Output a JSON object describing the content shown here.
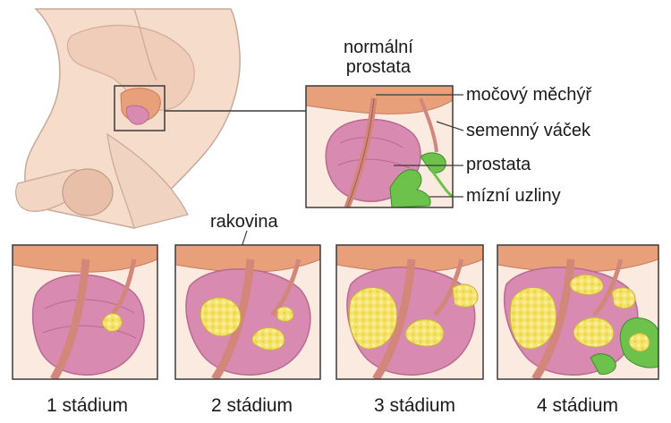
{
  "labels": {
    "normal_line1": "normální",
    "normal_line2": "prostata",
    "bladder": "močový měchýř",
    "seminal_vesicle": "semenný váček",
    "prostate": "prostata",
    "lymph_nodes": "mízní uzliny",
    "cancer": "rakovina"
  },
  "stages": [
    {
      "label": "1 stádium"
    },
    {
      "label": "2 stádium"
    },
    {
      "label": "3 stádium"
    },
    {
      "label": "4 stádium"
    }
  ],
  "colors": {
    "skin": "#f6dccb",
    "skin_outline": "#c9a898",
    "bladder": "#e8a07a",
    "prostate": "#d98ab0",
    "prostate_dark": "#b86a91",
    "urethra": "#d2877a",
    "tumor": "#f6e46a",
    "tumor_outline": "#c9b23a",
    "node_green": "#6cc24a",
    "frame": "#3a3a3a"
  }
}
